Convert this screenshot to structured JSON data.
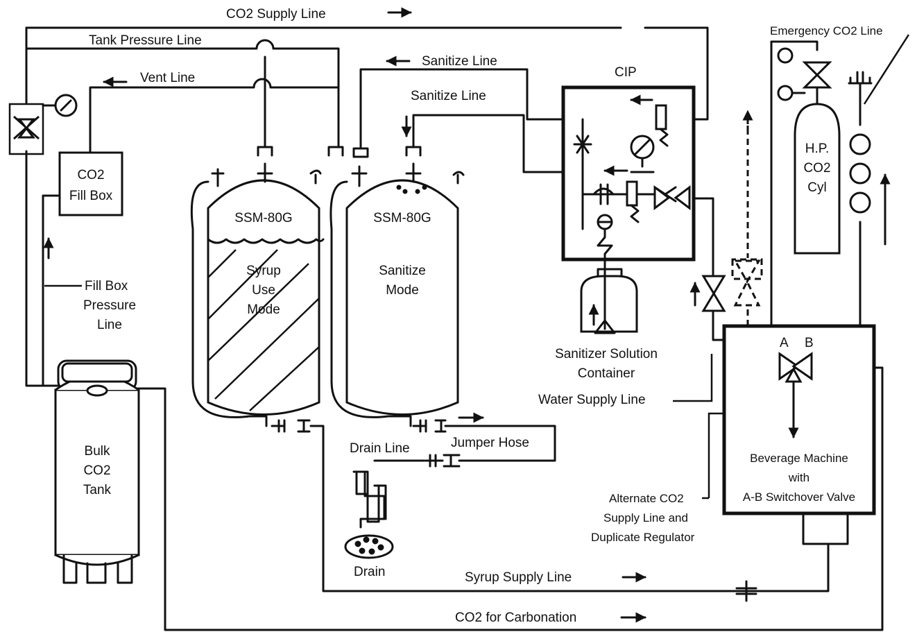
{
  "labels": {
    "co2_supply_line": "CO2 Supply Line",
    "tank_pressure_line": "Tank Pressure Line",
    "vent_line": "Vent Line",
    "sanitize_line_top": "Sanitize Line",
    "sanitize_line_mid": "Sanitize Line",
    "cip": "CIP",
    "emergency_co2_line": "Emergency CO2 Line",
    "co2_fill_box": [
      "CO2",
      "Fill Box"
    ],
    "fill_box_pressure_line": [
      "Fill Box",
      "Pressure",
      "Line"
    ],
    "tank1_model": "SSM-80G",
    "tank1_mode": [
      "Syrup",
      "Use",
      "Mode"
    ],
    "tank2_model": "SSM-80G",
    "tank2_mode": [
      "Sanitize",
      "Mode"
    ],
    "hp_co2_cyl": [
      "H.P.",
      "CO2",
      "Cyl"
    ],
    "sanitizer_solution_container": [
      "Sanitizer Solution",
      "Container"
    ],
    "water_supply_line": "Water Supply Line",
    "valve_a": "A",
    "valve_b": "B",
    "beverage_machine": [
      "Beverage Machine",
      "with",
      "A-B Switchover Valve"
    ],
    "alternate_co2": [
      "Alternate CO2",
      "Supply Line and",
      "Duplicate Regulator"
    ],
    "bulk_co2_tank": [
      "Bulk",
      "CO2",
      "Tank"
    ],
    "drain_line": "Drain Line",
    "jumper_hose": "Jumper Hose",
    "drain": "Drain",
    "syrup_supply_line": "Syrup Supply Line",
    "co2_for_carbonation": "CO2 for Carbonation"
  }
}
